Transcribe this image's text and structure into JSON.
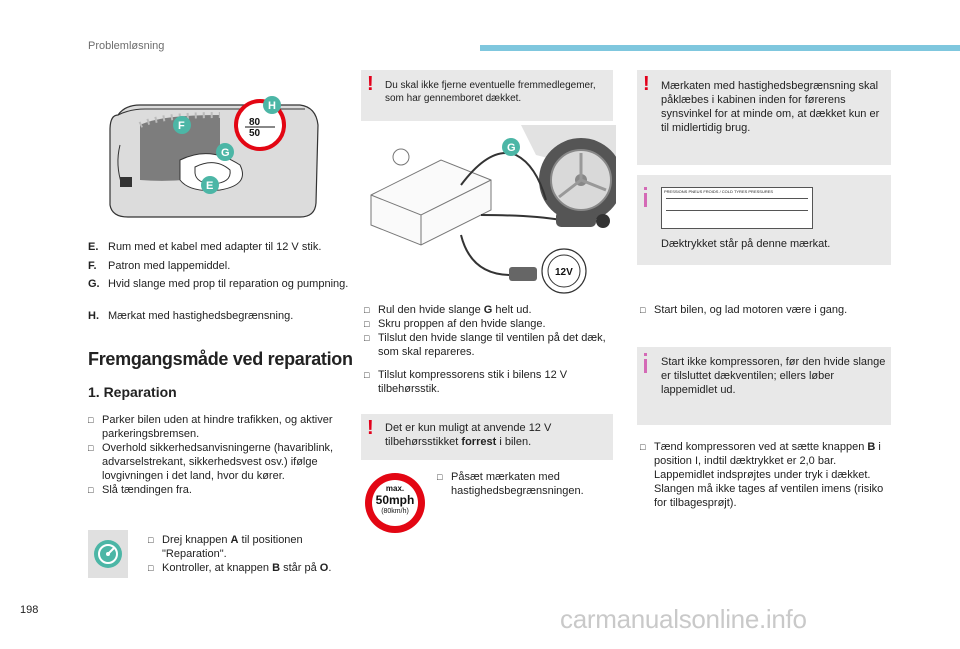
{
  "header": {
    "section": "Problemløsning"
  },
  "page_number": "198",
  "footer": "carmanualsonline.info",
  "kit_illustration": {
    "labels": [
      "H",
      "F",
      "G",
      "E"
    ],
    "sign_values": [
      "80",
      "50"
    ]
  },
  "legend": [
    {
      "key": "E.",
      "text": "Rum med et kabel med adapter til 12 V stik."
    },
    {
      "key": "F.",
      "text": "Patron med lappemiddel."
    },
    {
      "key": "G.",
      "text": "Hvid slange med prop til reparation og pumpning."
    },
    {
      "key": "H.",
      "text": "Mærkat med hastighedsbegrænsning."
    }
  ],
  "section_title": "Fremgangsmåde ved reparation",
  "sub_title": "1. Reparation",
  "col1_steps": [
    "Parker bilen uden at hindre trafikken, og aktiver parkeringsbremsen.",
    "Overhold sikkerhedsanvisningerne (havariblink, advarselstrekant, sikkerhedsvest osv.) ifølge lovgivningen i det land, hvor du kører.",
    "Slå tændingen fra."
  ],
  "knob_steps": {
    "step1_pre": "Drej knappen ",
    "step1_bold": "A",
    "step1_post": " til positionen \"Reparation\".",
    "step2_pre": "Kontroller, at knappen ",
    "step2_bold": "B",
    "step2_mid": " står på ",
    "step2_bold2": "O",
    "step2_post": "."
  },
  "warning_foreign": "Du skal ikke fjerne eventuelle fremmedlegemer, som har gennemboret dækket.",
  "hose_illustration": {
    "label_g": "G",
    "label_12v": "12V"
  },
  "col2_steps": {
    "s1_pre": "Rul den hvide slange ",
    "s1_bold": "G",
    "s1_post": " helt ud.",
    "s2": "Skru proppen af den hvide slange.",
    "s3": "Tilslut den hvide slange til ventilen på det dæk, som skal repareres.",
    "s4": "Tilslut kompressorens stik i bilens 12 V tilbehørsstik."
  },
  "warning_front_socket": {
    "pre": "Det er kun muligt at anvende 12 V tilbehørsstikket ",
    "bold": "forrest",
    "post": " i bilen."
  },
  "speed_sign": {
    "l1": "max.",
    "l2": "50mph",
    "l3": "(80km/h)"
  },
  "sticker_step": "Påsæt mærkaten med hastighedsbegrænsningen.",
  "warning_sticker": "Mærkaten med hastighedsbegrænsning skal påklæbes i kabinen inden for førerens synsvinkel for at minde om, at dækket kun er til midlertidig brug.",
  "pressure_label": {
    "title": "PRESSIONS PNEUS FROIDS / COLD TYRES PRESSURES",
    "note": "Dæktrykket står på denne mærkat."
  },
  "start_engine": "Start bilen, og lad motoren være i gang.",
  "info_compressor": "Start ikke kompressoren, før den hvide slange er tilsluttet dækventilen; ellers løber lappemidlet ud.",
  "final_step": {
    "pre": "Tænd kompressoren ved at sætte knappen ",
    "bold": "B",
    "post": " i position I, indtil dæktrykket er 2,0 bar. Lappemidlet indsprøjtes under tryk i dækket. Slangen må ikke tages af ventilen imens (risiko for tilbagesprøjt)."
  }
}
